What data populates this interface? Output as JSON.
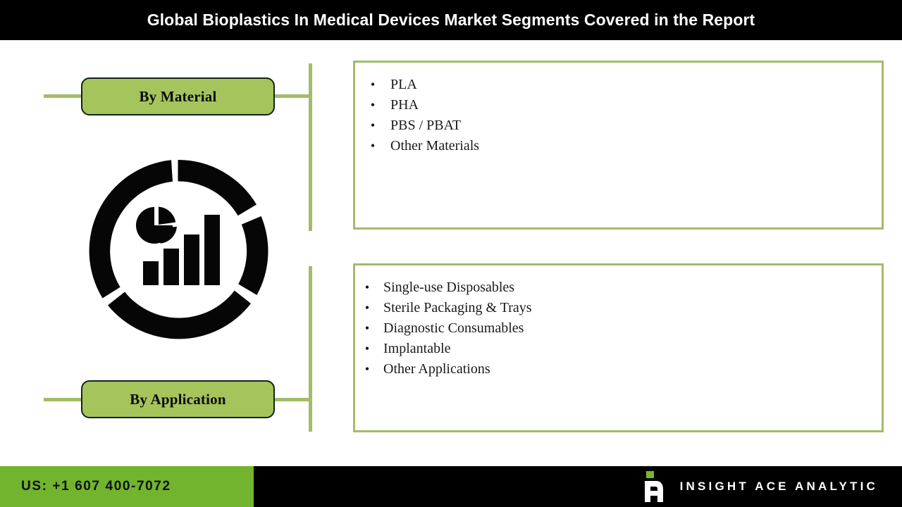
{
  "header": {
    "title": "Global Bioplastics In Medical Devices Market Segments Covered in the Report"
  },
  "colors": {
    "pill_green": "#A5C45C",
    "line_green": "#A3BC6A",
    "footer_green": "#72B42E",
    "bar_black": "#000000"
  },
  "segments": [
    {
      "pill_label": "By Material",
      "items": [
        "PLA",
        "PHA",
        "PBS / PBAT",
        "Other Materials"
      ]
    },
    {
      "pill_label": "By Application",
      "items": [
        "Single-use Disposables",
        "Sterile Packaging & Trays",
        "Diagnostic Consumables",
        "Implantable",
        "Other Applications"
      ]
    }
  ],
  "icons": {
    "center_graphic": "pie-and-bar-chart-ring-icon",
    "bullet": "•"
  },
  "footer": {
    "phone": "US: +1 607 400-7072",
    "brand_name": "INSIGHT ACE ANALYTIC",
    "brand_mark": "insight-ace-a-logo"
  }
}
